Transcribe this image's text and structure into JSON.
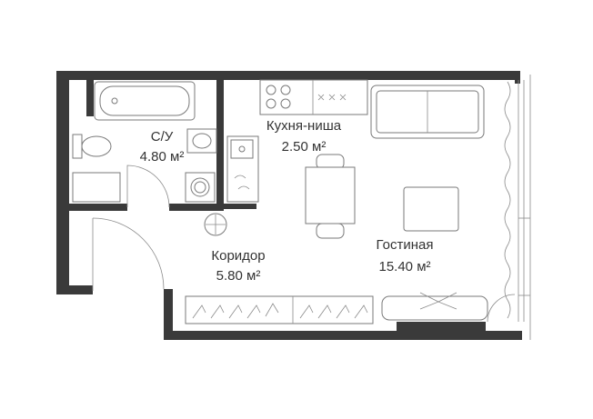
{
  "colors": {
    "wall": "#3a3a3a",
    "furniture_stroke": "#7a7a7a",
    "background": "#ffffff",
    "label": "#333333"
  },
  "rooms": {
    "bathroom": {
      "name": "С/У",
      "area": "4.80 м²"
    },
    "kitchen": {
      "name": "Кухня-ниша",
      "area": "2.50 м²"
    },
    "corridor": {
      "name": "Коридор",
      "area": "5.80 м²"
    },
    "living": {
      "name": "Гостиная",
      "area": "15.40 м²"
    }
  }
}
